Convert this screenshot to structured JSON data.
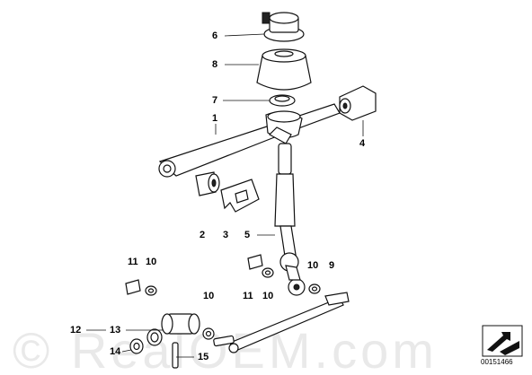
{
  "watermark": "© RealOEM.com",
  "reference_number": "00151466",
  "callouts": {
    "c6": "6",
    "c8": "8",
    "c7": "7",
    "c1": "1",
    "c4": "4",
    "c2": "2",
    "c3": "3",
    "c5": "5",
    "c11a": "11",
    "c10a": "10",
    "c10b": "10",
    "c9": "9",
    "c11b": "11",
    "c10c": "10",
    "c10d": "10",
    "c12": "12",
    "c13": "13",
    "c14": "14",
    "c15": "15"
  }
}
